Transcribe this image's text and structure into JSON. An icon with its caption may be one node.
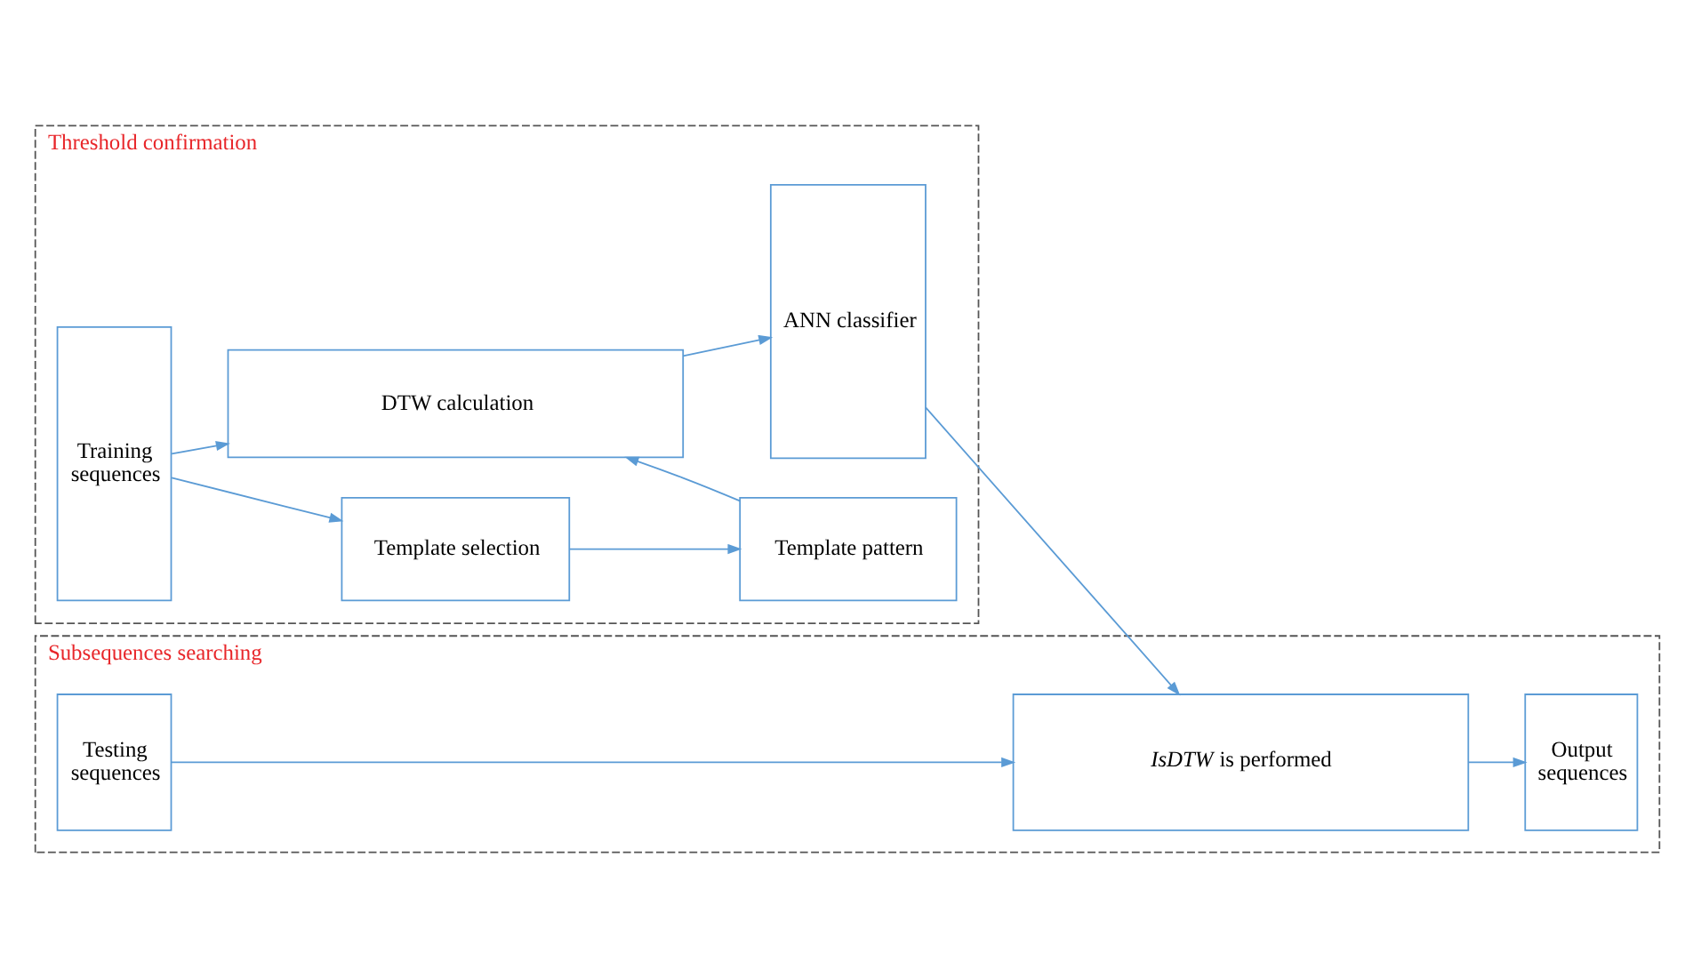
{
  "diagram": {
    "nodes": [
      {
        "text": [
          "Threshold confirmation"
        ]
      },
      {
        "text": [
          "Training sequences"
        ],
        "in": 0
      },
      {
        "text": [
          "Template selection"
        ],
        "in": 0
      },
      {
        "text": [
          "Template pattern"
        ],
        "in": 0
      },
      {
        "text": [
          "DTW calculation"
        ],
        "in": 0
      },
      {
        "text": [
          "ANN classifier"
        ],
        "in": 0
      },
      {
        "text": [
          "Subsequences searching"
        ]
      },
      {
        "text": [
          "Testing sequences"
        ],
        "in": 6
      },
      {
        "text": [
          "*IsDTW* is performed"
        ],
        "in": 6
      },
      {
        "text": [
          "Output sequences"
        ],
        "in": 6
      }
    ],
    "edges": [
      {
        "from": 1,
        "to": 2,
        "arrow": "to"
      },
      {
        "from": 1,
        "to": 4,
        "arrow": "to"
      },
      {
        "from": 2,
        "to": 3,
        "arrow": "to"
      },
      {
        "from": 3,
        "to": 4,
        "arrow": "to"
      },
      {
        "from": 4,
        "to": 5,
        "arrow": "to"
      },
      {
        "from": 5,
        "to": 8,
        "arrow": "to"
      },
      {
        "from": 7,
        "to": 8,
        "arrow": "to"
      },
      {
        "from": 8,
        "to": 9,
        "arrow": "to"
      }
    ]
  }
}
